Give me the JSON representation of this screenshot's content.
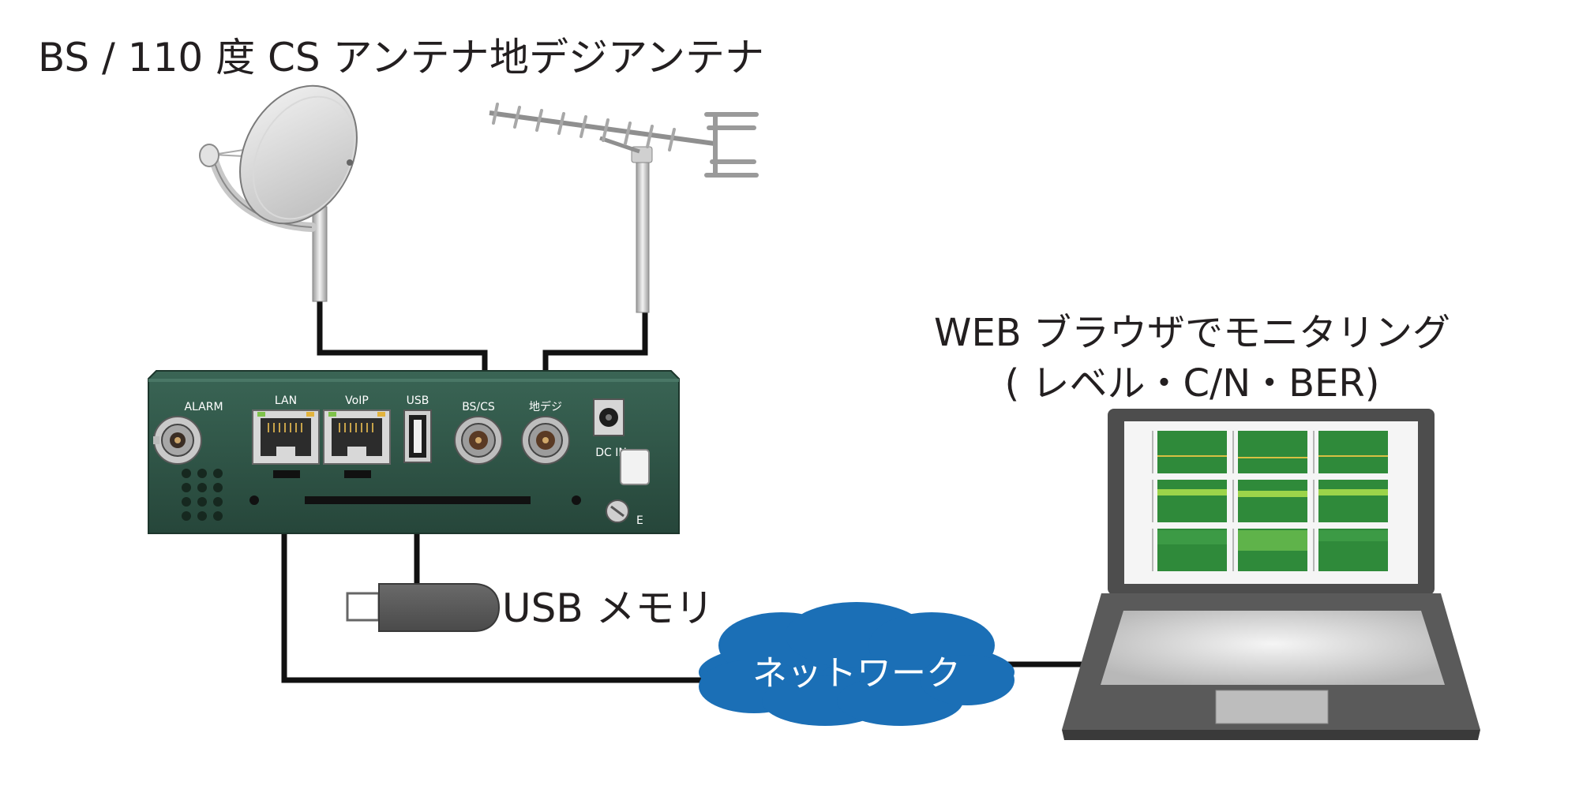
{
  "labels": {
    "bs_antenna": "BS / 110 度 CS アンテナ",
    "terrestrial_antenna": "地デジアンテナ",
    "web_monitoring_line1": "WEB ブラウザでモニタリング",
    "web_monitoring_line2": "( レベル・C/N・BER)",
    "usb_memory": "USB メモリ",
    "network": "ネットワーク"
  },
  "device": {
    "ports": {
      "alarm": "ALARM",
      "lan": "LAN",
      "voip": "VoIP",
      "usb": "USB",
      "bs_cs": "BS/CS",
      "terrestrial": "地デジ",
      "dc_in": "DC IN",
      "ground": "E"
    }
  },
  "colors": {
    "device_body": "#2f5446",
    "cable": "#111111",
    "network_cloud": "#1b6fb6",
    "laptop_body": "#555555",
    "chart_bg": "#2f8a3a"
  }
}
